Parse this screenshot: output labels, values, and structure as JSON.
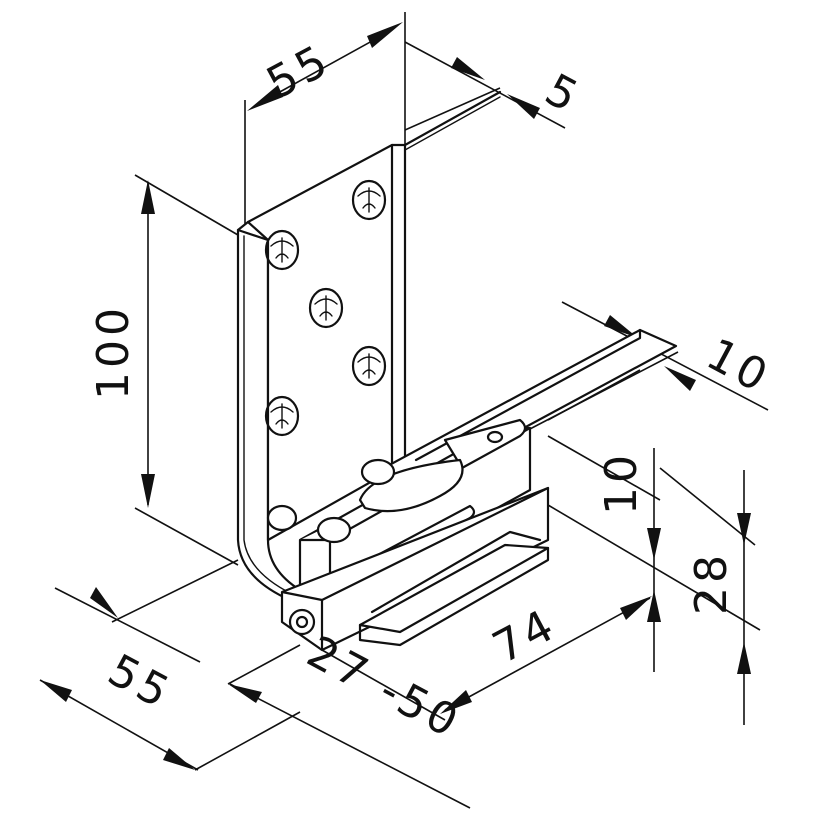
{
  "drawing": {
    "dimensions": {
      "top_width": "55",
      "thickness": "5",
      "height": "100",
      "slot_width": "10",
      "slot_height": "10",
      "total_height": "28",
      "base_length": "74",
      "clamp_range": "27 -50",
      "base_width": "55"
    },
    "colors": {
      "ink": "#111111",
      "paper": "#ffffff"
    }
  }
}
